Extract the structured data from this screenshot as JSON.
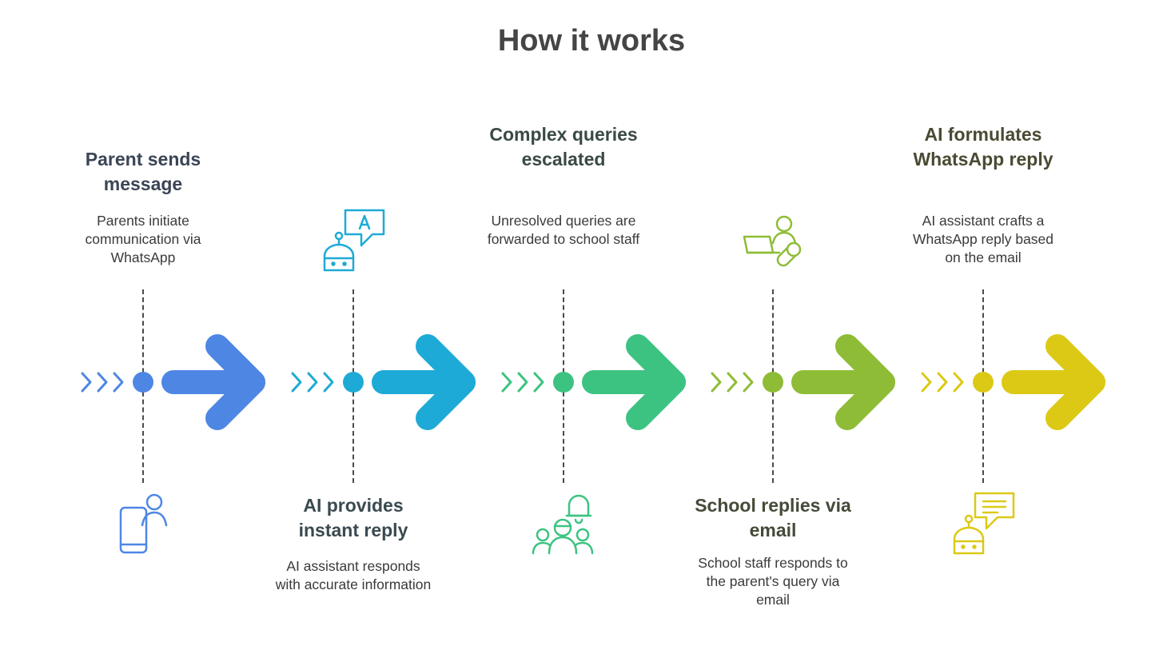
{
  "title": "How it works",
  "steps": [
    {
      "heading": "Parent sends message",
      "description": "Parents initiate communication via WhatsApp",
      "icon": "parent-phone-icon",
      "color": "#4e86e4",
      "text_color": "#3b4556"
    },
    {
      "heading": "AI provides instant reply",
      "description": "AI assistant responds with accurate information",
      "icon": "robot-chat-icon",
      "color": "#1eaad6",
      "text_color": "#3a4a50"
    },
    {
      "heading": "Complex queries escalated",
      "description": "Unresolved queries are forwarded to school staff",
      "icon": "group-bell-icon",
      "color": "#3cc381",
      "text_color": "#3a4a42"
    },
    {
      "heading": "School replies via email",
      "description": "School staff responds to the parent's query via email",
      "icon": "staff-laptop-icon",
      "color": "#8fbc36",
      "text_color": "#444b38"
    },
    {
      "heading": "AI formulates WhatsApp reply",
      "description": "AI assistant crafts a WhatsApp reply based on the email",
      "icon": "robot-message-icon",
      "color": "#dcc916",
      "text_color": "#4a4a33"
    }
  ]
}
